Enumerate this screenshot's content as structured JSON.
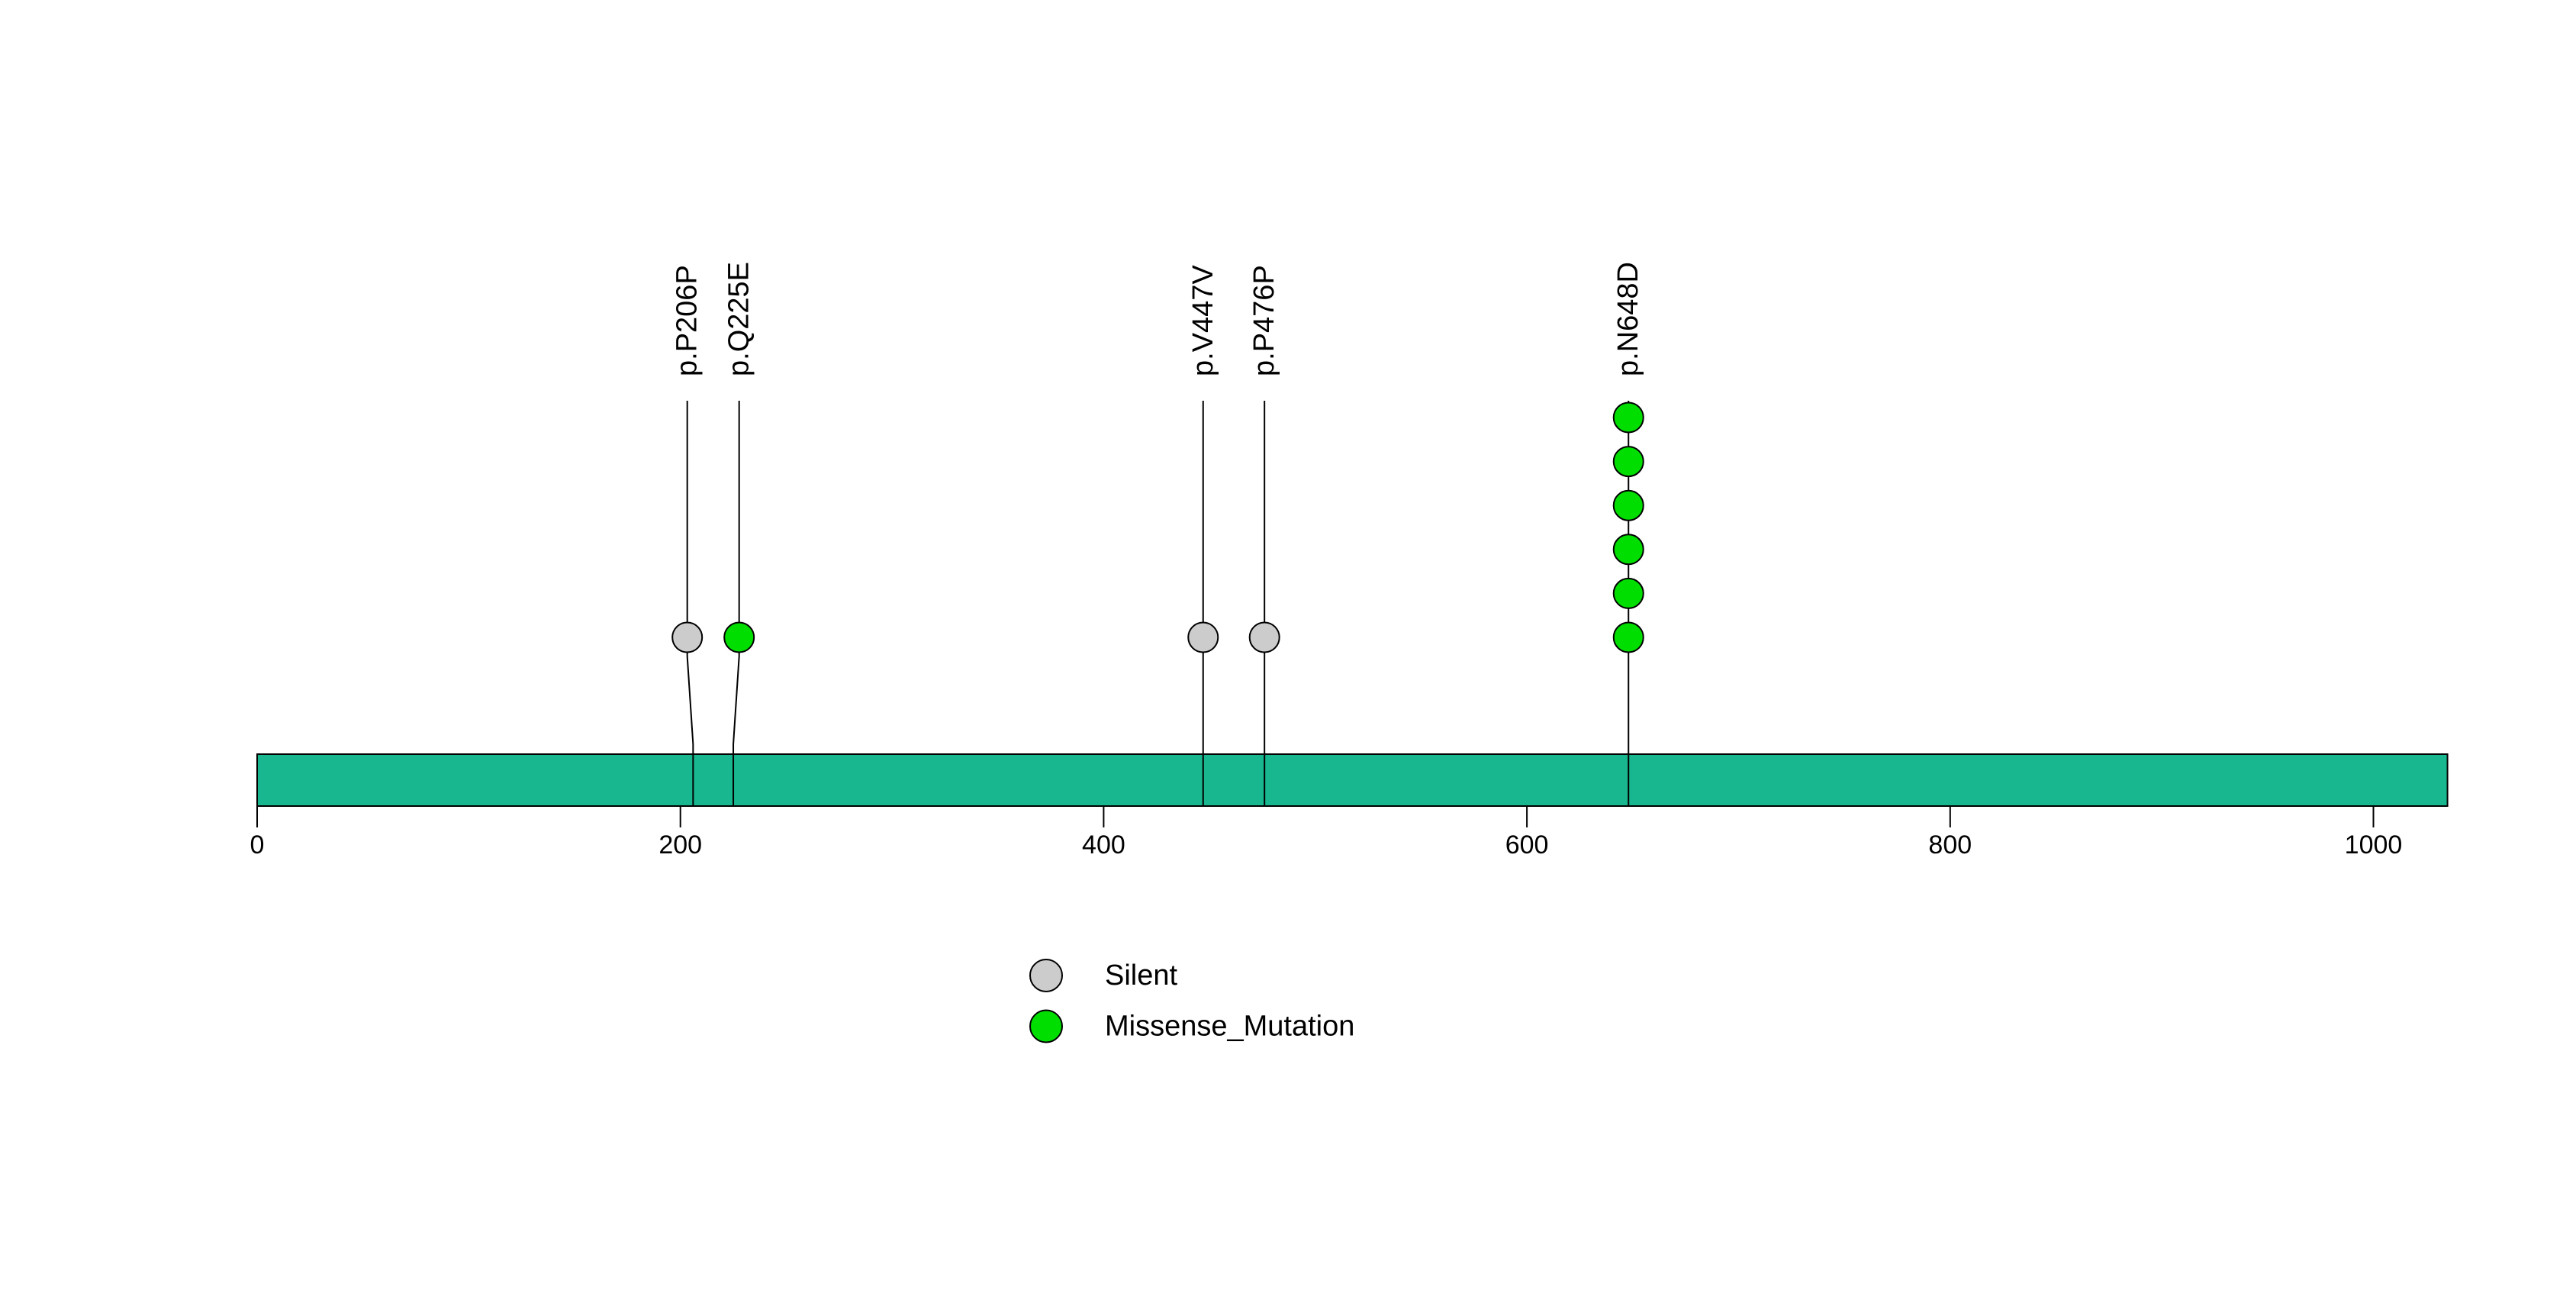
{
  "figure": {
    "background_color": "#FFFFFF",
    "kind": "protein lollipop mutation plot"
  },
  "chart_data": {
    "type": "lollipop",
    "title": "",
    "xlabel": "",
    "ylabel": "",
    "grid": false,
    "axis": {
      "xlim": [
        0,
        1035
      ],
      "ticks": [
        0,
        200,
        400,
        600,
        800,
        1000
      ],
      "tick_labels": [
        "0",
        "200",
        "400",
        "600",
        "800",
        "1000"
      ]
    },
    "protein": {
      "length": 1035,
      "bar_color": "#19B790",
      "border_color": "#000000"
    },
    "mutations": [
      {
        "label": "p.P206P",
        "position": 206,
        "count": 1,
        "classification": "Silent",
        "color": "#CCCCCC"
      },
      {
        "label": "p.Q225E",
        "position": 225,
        "count": 1,
        "classification": "Missense_Mutation",
        "color": "#00DE00"
      },
      {
        "label": "p.V447V",
        "position": 447,
        "count": 1,
        "classification": "Silent",
        "color": "#CCCCCC"
      },
      {
        "label": "p.P476P",
        "position": 476,
        "count": 1,
        "classification": "Silent",
        "color": "#CCCCCC"
      },
      {
        "label": "p.N648D",
        "position": 648,
        "count": 6,
        "classification": "Missense_Mutation",
        "color": "#00DE00"
      }
    ],
    "legend": {
      "position": "bottom-center",
      "entries": [
        {
          "label": "Silent",
          "color": "#CCCCCC"
        },
        {
          "label": "Missense_Mutation",
          "color": "#00DE00"
        }
      ]
    }
  }
}
